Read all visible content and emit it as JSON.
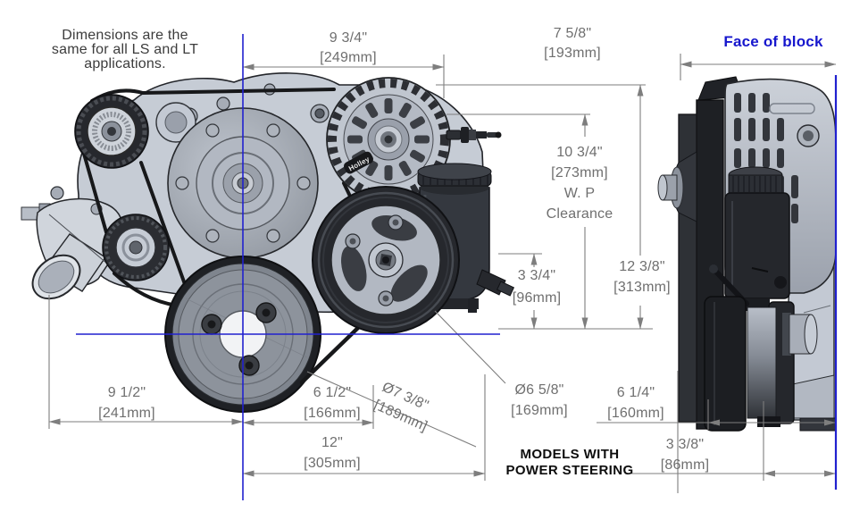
{
  "note": {
    "line1": "Dimensions are the",
    "line2": "same for all LS and LT",
    "line3": "applications."
  },
  "labels": {
    "face_of_block": "Face of block",
    "models_line1": "MODELS WITH",
    "models_line2": "POWER STEERING",
    "alternator_badge": "Holley"
  },
  "colors": {
    "accent_blue": "#2121cf",
    "dimension_gray": "#6f6f6f",
    "note_gray": "#3c3c3c",
    "models_black": "#0d0d0d"
  },
  "dimensions": {
    "front_width_top": {
      "in": "9 3/4\"",
      "mm": "[249mm]"
    },
    "side_depth_top": {
      "in": "7 5/8\"",
      "mm": "[193mm]"
    },
    "wp_clearance": {
      "in": "10 3/4\"",
      "mm": "[273mm]",
      "note1": "W. P",
      "note2": "Clearance"
    },
    "height_overall": {
      "in": "12 3/8\"",
      "mm": "[313mm]"
    },
    "ps_port": {
      "in": "3 3/4\"",
      "mm": "[96mm]"
    },
    "wp_outlet": {
      "in": "9 1/2\"",
      "mm": "[241mm]"
    },
    "crank_to_ps": {
      "in": "6 1/2\"",
      "mm": "[166mm]"
    },
    "crank_pulley_dia": {
      "in": "Ø7 3/8\"",
      "mm": "[189mm]"
    },
    "ps_pulley_dia": {
      "in": "Ø6 5/8\"",
      "mm": "[169mm]"
    },
    "pulley_to_block": {
      "in": "6 1/4\"",
      "mm": "[160mm]"
    },
    "overall_width": {
      "in": "12\"",
      "mm": "[305mm]"
    },
    "belt_to_block": {
      "in": "3 3/8\"",
      "mm": "[86mm]"
    }
  }
}
